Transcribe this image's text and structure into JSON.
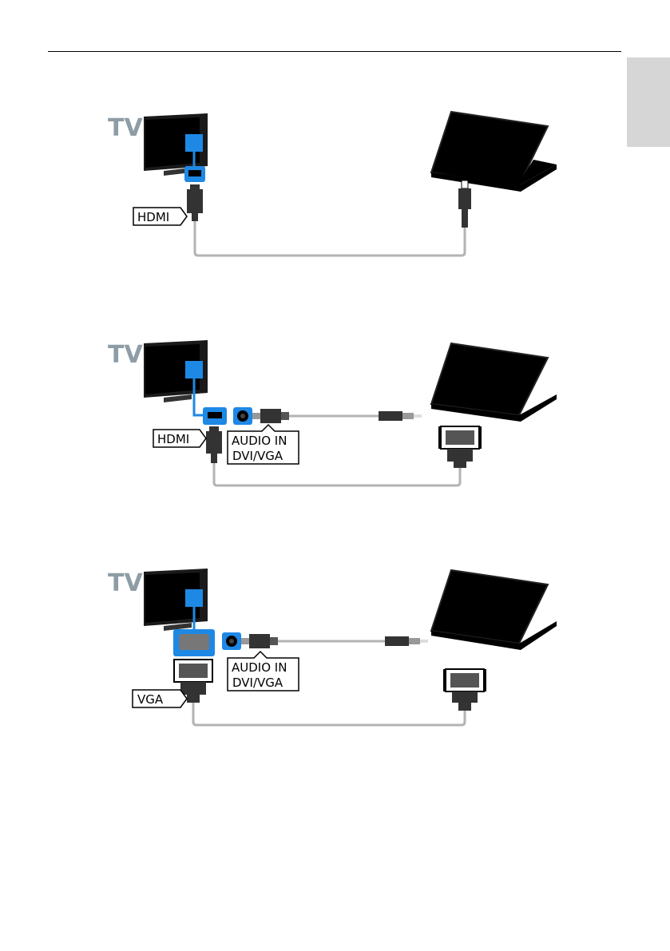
{
  "diagrams": [
    {
      "tv_label": "TV",
      "connector_label": "HDMI"
    },
    {
      "tv_label": "TV",
      "connector_label": "HDMI",
      "audio_label_line1": "AUDIO IN",
      "audio_label_line2": "DVI/VGA"
    },
    {
      "tv_label": "TV",
      "connector_label": "VGA",
      "audio_label_line1": "AUDIO IN",
      "audio_label_line2": "DVI/VGA"
    }
  ]
}
